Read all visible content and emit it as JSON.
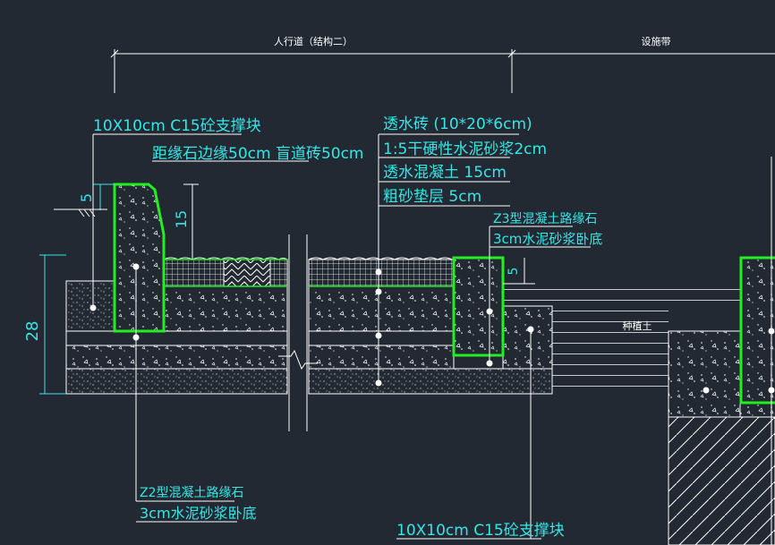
{
  "dimensions": {
    "sidewalk_label": "人行道（结构二）",
    "facility_belt_label": "设施带",
    "height_28": "28",
    "height_5_left": "5",
    "height_15": "15",
    "height_5_right": "5"
  },
  "labels": {
    "support_block_top": "10X10cm  C15砼支撑块",
    "curb_widths": "距缘石边缘50cm  盲道砖50cm",
    "permeable_brick": "透水砖  (10*20*6cm)",
    "dry_mortar": "1:5干硬性水泥砂浆2cm",
    "permeable_concrete": "透水混凝土   15cm",
    "coarse_sand": "粗砂垫层   5cm",
    "z3_curb": "Z3型混凝土路缘石",
    "z3_mortar": "3cm水泥砂浆卧底",
    "planting_soil": "种植土",
    "z2_curb": "Z2型混凝土路缘石",
    "z2_mortar": "3cm水泥砂浆卧底",
    "support_block_bottom": "10X10cm  C15砼支撑块"
  },
  "colors": {
    "background": "#222933",
    "annotation": "#37e6e6",
    "curb_outline": "#22ee22",
    "linework": "#ffffff"
  }
}
